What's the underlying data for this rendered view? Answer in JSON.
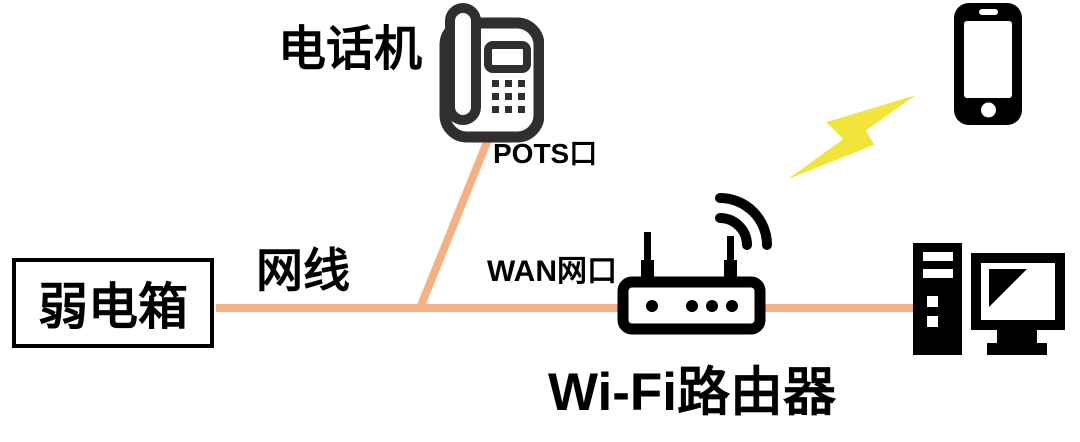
{
  "labels": {
    "weak_current_box": "弱电箱",
    "cable": "网线",
    "telephone": "电话机",
    "pots_port": "POTS口",
    "wan_port": "WAN网口",
    "router": "Wi-Fi路由器"
  },
  "colors": {
    "background": "#FFFFFF",
    "text": "#000000",
    "cable": "#F4B183",
    "lightning": "#F1E53C",
    "icon_dark": "#000000",
    "telephone_icon": "#2F2F2F"
  },
  "icons": [
    "telephone-icon",
    "wifi-router-icon",
    "wifi-signal-icon",
    "lightning-bolt-icon",
    "smartphone-icon",
    "desktop-computer-icon"
  ],
  "connections": [
    {
      "from": "弱电箱",
      "to": "Wi-Fi路由器",
      "label": "网线",
      "type": "cable"
    },
    {
      "from": "网线",
      "to": "电话机",
      "label": "POTS口",
      "type": "cable"
    },
    {
      "from": "Wi-Fi路由器",
      "port": "WAN网口",
      "type": "cable"
    },
    {
      "from": "Wi-Fi路由器",
      "to": "smartphone",
      "type": "wireless"
    },
    {
      "from": "Wi-Fi路由器",
      "to": "desktop-computer",
      "type": "cable"
    }
  ]
}
